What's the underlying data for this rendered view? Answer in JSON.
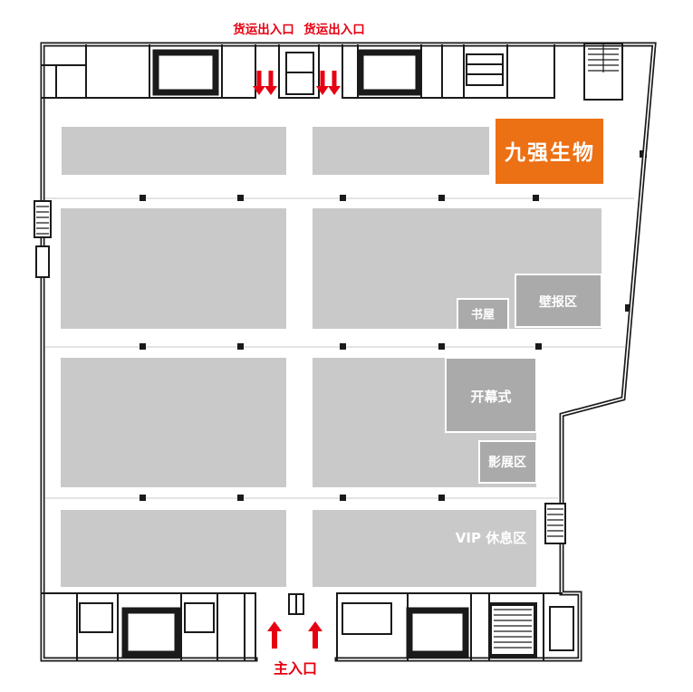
{
  "plan": {
    "entrances": {
      "cargo_left": "货运出入口",
      "cargo_right": "货运出入口",
      "main": "主入口"
    },
    "booth": {
      "name": "九强生物"
    },
    "areas": {
      "book_house": "书屋",
      "poster_area": "壁报区",
      "opening_ceremony": "开幕式",
      "photo_exhibition": "影展区",
      "vip_lounge": "VIP 休息区"
    },
    "colors": {
      "booth_highlight": "#ec7014",
      "hall_gray": "#c9c9c9",
      "subarea_gray": "#aaaaaa",
      "entrance_red": "#e60012",
      "wall_black": "#1a1a1a"
    }
  }
}
